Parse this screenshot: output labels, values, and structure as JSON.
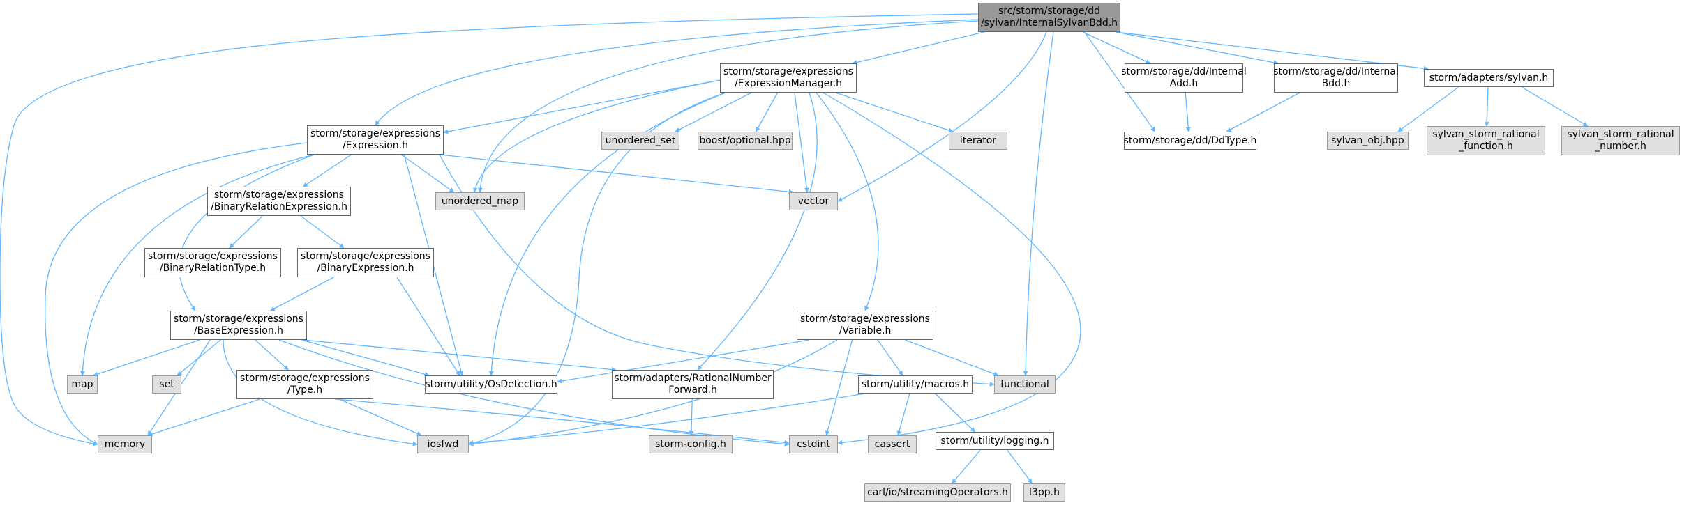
{
  "graph": {
    "edge_color": "#63b8ff",
    "node_colors": {
      "root_fill": "#999999",
      "local_fill": "#ffffff",
      "system_fill": "#e0e0e0",
      "border": "#666666"
    },
    "nodes": [
      {
        "id": "root",
        "kind": "root",
        "lines": [
          "src/storm/storage/dd",
          "/sylvan/InternalSylvanBdd.h"
        ]
      },
      {
        "id": "exprmgr",
        "kind": "local",
        "lines": [
          "storm/storage/expressions",
          "/ExpressionManager.h"
        ]
      },
      {
        "id": "intadd",
        "kind": "local",
        "lines": [
          "storm/storage/dd/Internal",
          "Add.h"
        ]
      },
      {
        "id": "intbdd",
        "kind": "local",
        "lines": [
          "storm/storage/dd/Internal",
          "Bdd.h"
        ]
      },
      {
        "id": "adsylvan",
        "kind": "local",
        "lines": [
          "storm/adapters/sylvan.h"
        ]
      },
      {
        "id": "expr",
        "kind": "local",
        "lines": [
          "storm/storage/expressions",
          "/Expression.h"
        ]
      },
      {
        "id": "unordered_set",
        "kind": "system",
        "lines": [
          "unordered_set"
        ]
      },
      {
        "id": "optional",
        "kind": "system",
        "lines": [
          "boost/optional.hpp"
        ]
      },
      {
        "id": "iterator",
        "kind": "system",
        "lines": [
          "iterator"
        ]
      },
      {
        "id": "ddtype",
        "kind": "local",
        "lines": [
          "storm/storage/dd/DdType.h"
        ]
      },
      {
        "id": "sylvanobj",
        "kind": "system",
        "lines": [
          "sylvan_obj.hpp"
        ]
      },
      {
        "id": "sylvanrf",
        "kind": "system",
        "lines": [
          "sylvan_storm_rational",
          "_function.h"
        ]
      },
      {
        "id": "sylvanrn",
        "kind": "system",
        "lines": [
          "sylvan_storm_rational",
          "_number.h"
        ]
      },
      {
        "id": "unordered_map",
        "kind": "system",
        "lines": [
          "unordered_map"
        ]
      },
      {
        "id": "vector",
        "kind": "system",
        "lines": [
          "vector"
        ]
      },
      {
        "id": "binrelexpr",
        "kind": "local",
        "lines": [
          "storm/storage/expressions",
          "/BinaryRelationExpression.h"
        ]
      },
      {
        "id": "binreltype",
        "kind": "local",
        "lines": [
          "storm/storage/expressions",
          "/BinaryRelationType.h"
        ]
      },
      {
        "id": "binexpr",
        "kind": "local",
        "lines": [
          "storm/storage/expressions",
          "/BinaryExpression.h"
        ]
      },
      {
        "id": "variable",
        "kind": "local",
        "lines": [
          "storm/storage/expressions",
          "/Variable.h"
        ]
      },
      {
        "id": "baseexpr",
        "kind": "local",
        "lines": [
          "storm/storage/expressions",
          "/BaseExpression.h"
        ]
      },
      {
        "id": "map",
        "kind": "system",
        "lines": [
          "map"
        ]
      },
      {
        "id": "set",
        "kind": "system",
        "lines": [
          "set"
        ]
      },
      {
        "id": "osdet",
        "kind": "local",
        "lines": [
          "storm/utility/OsDetection.h"
        ]
      },
      {
        "id": "ratnum",
        "kind": "local",
        "lines": [
          "storm/adapters/RationalNumber",
          "Forward.h"
        ]
      },
      {
        "id": "macros",
        "kind": "local",
        "lines": [
          "storm/utility/macros.h"
        ]
      },
      {
        "id": "functional",
        "kind": "system",
        "lines": [
          "functional"
        ]
      },
      {
        "id": "type",
        "kind": "local",
        "lines": [
          "storm/storage/expressions",
          "/Type.h"
        ]
      },
      {
        "id": "memory",
        "kind": "system",
        "lines": [
          "memory"
        ]
      },
      {
        "id": "iosfwd",
        "kind": "system",
        "lines": [
          "iosfwd"
        ]
      },
      {
        "id": "stormcfg",
        "kind": "system",
        "lines": [
          "storm-config.h"
        ]
      },
      {
        "id": "cstdint",
        "kind": "system",
        "lines": [
          "cstdint"
        ]
      },
      {
        "id": "cassert",
        "kind": "system",
        "lines": [
          "cassert"
        ]
      },
      {
        "id": "logging",
        "kind": "local",
        "lines": [
          "storm/utility/logging.h"
        ]
      },
      {
        "id": "carlio",
        "kind": "system",
        "lines": [
          "carl/io/streamingOperators.h"
        ]
      },
      {
        "id": "l3pp",
        "kind": "system",
        "lines": [
          "l3pp.h"
        ]
      }
    ],
    "edges": [
      [
        "root",
        "memory"
      ],
      [
        "root",
        "expr"
      ],
      [
        "root",
        "unordered_map"
      ],
      [
        "root",
        "exprmgr"
      ],
      [
        "root",
        "vector"
      ],
      [
        "root",
        "functional"
      ],
      [
        "root",
        "ddtype"
      ],
      [
        "root",
        "intadd"
      ],
      [
        "root",
        "intbdd"
      ],
      [
        "root",
        "adsylvan"
      ],
      [
        "exprmgr",
        "expr"
      ],
      [
        "exprmgr",
        "unordered_map"
      ],
      [
        "exprmgr",
        "unordered_set"
      ],
      [
        "exprmgr",
        "optional"
      ],
      [
        "exprmgr",
        "vector"
      ],
      [
        "exprmgr",
        "iterator"
      ],
      [
        "exprmgr",
        "osdet"
      ],
      [
        "exprmgr",
        "iosfwd"
      ],
      [
        "exprmgr",
        "ratnum"
      ],
      [
        "exprmgr",
        "variable"
      ],
      [
        "exprmgr",
        "cstdint"
      ],
      [
        "intadd",
        "ddtype"
      ],
      [
        "intbdd",
        "ddtype"
      ],
      [
        "adsylvan",
        "sylvanobj"
      ],
      [
        "adsylvan",
        "sylvanrf"
      ],
      [
        "adsylvan",
        "sylvanrn"
      ],
      [
        "expr",
        "memory"
      ],
      [
        "expr",
        "map"
      ],
      [
        "expr",
        "unordered_map"
      ],
      [
        "expr",
        "vector"
      ],
      [
        "expr",
        "binrelexpr"
      ],
      [
        "expr",
        "baseexpr"
      ],
      [
        "expr",
        "osdet"
      ],
      [
        "expr",
        "functional"
      ],
      [
        "binrelexpr",
        "binreltype"
      ],
      [
        "binrelexpr",
        "binexpr"
      ],
      [
        "binexpr",
        "baseexpr"
      ],
      [
        "binexpr",
        "osdet"
      ],
      [
        "baseexpr",
        "map"
      ],
      [
        "baseexpr",
        "set"
      ],
      [
        "baseexpr",
        "memory"
      ],
      [
        "baseexpr",
        "iosfwd"
      ],
      [
        "baseexpr",
        "type"
      ],
      [
        "baseexpr",
        "osdet"
      ],
      [
        "baseexpr",
        "ratnum"
      ],
      [
        "baseexpr",
        "cstdint"
      ],
      [
        "variable",
        "osdet"
      ],
      [
        "variable",
        "functional"
      ],
      [
        "variable",
        "macros"
      ],
      [
        "variable",
        "iosfwd"
      ],
      [
        "variable",
        "cstdint"
      ],
      [
        "type",
        "memory"
      ],
      [
        "type",
        "iosfwd"
      ],
      [
        "type",
        "cstdint"
      ],
      [
        "ratnum",
        "stormcfg"
      ],
      [
        "macros",
        "iosfwd"
      ],
      [
        "macros",
        "cassert"
      ],
      [
        "macros",
        "logging"
      ],
      [
        "logging",
        "carlio"
      ],
      [
        "logging",
        "l3pp"
      ]
    ]
  }
}
